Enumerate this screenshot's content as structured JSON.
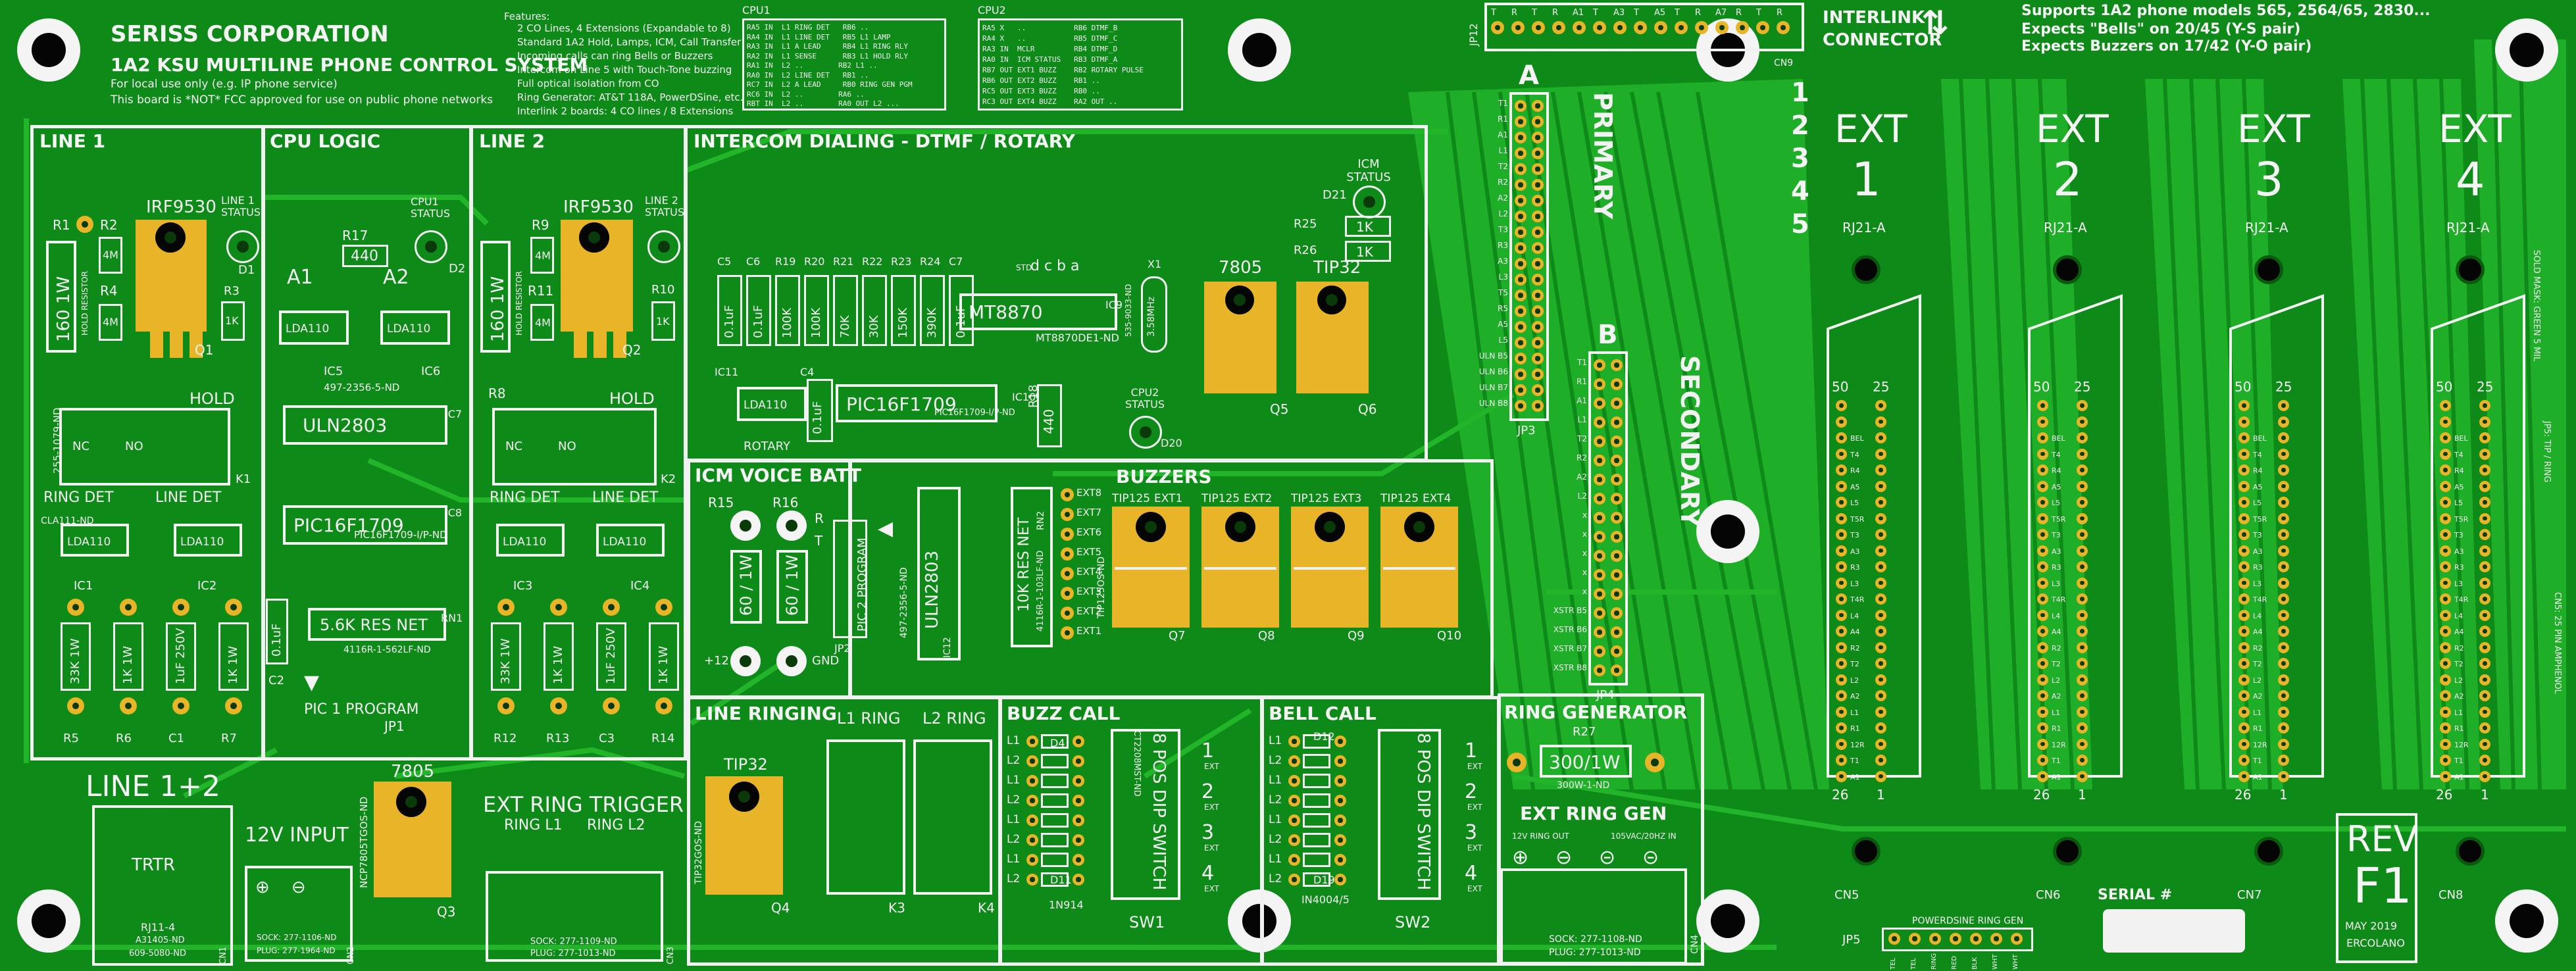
{
  "title": {
    "company": "SERISS CORPORATION",
    "system": "1A2 KSU MULTILINE PHONE CONTROL SYSTEM",
    "note1": "For local use only (e.g. IP phone service)",
    "note2": "This board is *NOT* FCC approved for use on public phone networks"
  },
  "features": {
    "heading": "Features:",
    "lines": [
      "2 CO Lines, 4 Extensions (Expandable to 8)",
      "Standard 1A2 Hold, Lamps, ICM, Call Transfer",
      "Incoming calls can ring Bells or Buzzers",
      "Intercom on Line 5 with Touch-Tone buzzing",
      "Full optical isolation from CO",
      "Ring Generator: AT&T 118A, PowerDSine, etc.",
      "Interlink 2 boards: 4 CO lines / 8 Extensions"
    ]
  },
  "cpu1": {
    "label": "CPU1",
    "rows": [
      "RA5 IN  L1 RING DET   RB6 ..",
      "RA4 IN  L1 LINE DET   RB5 L1 LAMP",
      "RA3 IN  L1 A LEAD     RB4 L1 RING RLY",
      "RA2 IN  L1 SENSE      RB3 L1 HOLD RLY",
      "RA1 IN  L2 ..        RB2 L1 ..",
      "RA0 IN  L2 LINE DET   RB1 ..",
      "RC7 IN  L2 A LEAD     RB0 RING GEN PGM",
      "RC6 IN  L2 ..        RA6 ..",
      "RBT IN  L2 ..        RA0 OUT L2 ..."
    ]
  },
  "cpu2": {
    "label": "CPU2",
    "rows": [
      "RA5 X   ..           RB6 DTMF_B",
      "RA4 X   ..           RB5 DTMF_C",
      "RA3 IN  MCLR         RB4 DTMF_D",
      "RA0 IN  ICM STATUS   RB3 DTMF_A",
      "RB7 OUT EXT1 BUZZ    RB2 ROTARY PULSE",
      "RB6 OUT EXT2 BUZZ    RB1 ..",
      "RC5 OUT EXT3 BUZZ    RB0 ..",
      "RC3 OUT EXT4 BUZZ    RA2 OUT .."
    ]
  },
  "jp12": {
    "label": "JP12",
    "pins": [
      "T",
      "R",
      "T",
      "R",
      "A1",
      "T",
      "A3",
      "T",
      "A5",
      "T",
      "R",
      "A7",
      "R",
      "T",
      "R"
    ]
  },
  "cn9": "CN9",
  "interlink": {
    "line1": "INTERLINK",
    "line2": "CONNECTOR"
  },
  "supports": {
    "line1": "Supports 1A2 phone models 565, 2564/65, 2830...",
    "line2": "Expects \"Bells\" on 20/45 (Y-S pair)",
    "line3": "Expects Buzzers on 17/42 (Y-O pair)"
  },
  "ext_numbers": [
    "1",
    "2",
    "3",
    "4",
    "5"
  ],
  "sections": {
    "line1": "LINE 1",
    "cpu": "CPU LOGIC",
    "line2": "LINE 2",
    "intercom": "INTERCOM DIALING  -  DTMF / ROTARY",
    "icm_batt": "ICM VOICE BATT",
    "buzzers": "BUZZERS",
    "line_ringing": "LINE RINGING",
    "buzz_call": "BUZZ CALL",
    "bell_call": "BELL CALL",
    "ring_gen": "RING GENERATOR",
    "line12": "LINE 1+2",
    "input12v": "12V INPUT",
    "ext_ring_trigger": "EXT RING TRIGGER",
    "ext_ring_gen": "EXT RING GEN",
    "primary": "PRIMARY",
    "secondary": "SECONDARY"
  },
  "line1": {
    "r1": "R1",
    "r2": "R2",
    "r3": "R3",
    "r4": "R4",
    "r_4m": "4M",
    "r_4m2": "4M",
    "r_1k": "1K",
    "hold_res": "160 1W",
    "hold_res_lbl": "HOLD RESISTOR",
    "fet": "IRF9530",
    "q1": "Q1",
    "status": "LINE 1 STATUS",
    "d1": "D1",
    "hold": "HOLD",
    "relay_pn": "255-1079-ND",
    "k1": "K1",
    "nc": "NC",
    "no": "NO",
    "ring_det": "RING DET",
    "line_det": "LINE DET",
    "lda": "LDA110",
    "lda2": "LDA110",
    "ic1": "IC1",
    "ic2": "IC2",
    "ring_pn": "CLA111-ND",
    "r5v": "33K 1W",
    "r6v": "1K 1W",
    "c1v": "1uF 250V",
    "r7v": "1K 1W",
    "r5": "R5",
    "r6": "R6",
    "c1": "C1",
    "r7": "R7"
  },
  "cpu": {
    "r17": "R17",
    "r17v": "440",
    "status": "CPU1 STATUS",
    "d2": "D2",
    "a1": "A1",
    "a2": "A2",
    "ic5": "IC5",
    "ic6": "IC6",
    "lda": "LDA110",
    "lda2": "LDA110",
    "uln": "ULN2803",
    "uln_pn": "497-2356-5-ND",
    "ic7": "IC7",
    "pic": "PIC16F1709",
    "pic_pn": "PIC16F1709-I/P-ND",
    "ic8": "IC8",
    "resnet": "5.6K RES NET",
    "resnet_pn": "4116R-1-562LF-ND",
    "rn1": "RN1",
    "c2v": "0.1uF",
    "c2": "C2",
    "pic_prog": "PIC 1 PROGRAM",
    "jp1": "JP1"
  },
  "line2": {
    "r8": "R8",
    "r9": "R9",
    "r10": "R10",
    "r11": "R11",
    "r_4m": "4M",
    "r_4m2": "4M",
    "r_1k": "1K",
    "hold_res": "160 1W",
    "hold_res_lbl": "HOLD RESISTOR",
    "fet": "IRF9530",
    "q2": "Q2",
    "status": "LINE 2 STATUS",
    "hold": "HOLD",
    "k2": "K2",
    "nc": "NC",
    "no": "NO",
    "ring_det": "RING DET",
    "line_det": "LINE DET",
    "lda": "LDA110",
    "lda2": "LDA110",
    "ic3": "IC3",
    "ic4": "IC4",
    "r12v": "33K 1W",
    "r13v": "1K 1W",
    "c3v": "1uF 250V",
    "r14v": "1K 1W",
    "r12": "R12",
    "r13": "R13",
    "c3": "C3",
    "r14": "R14"
  },
  "intercom": {
    "caps": [
      "C5",
      "C6",
      "R19",
      "R20",
      "R21",
      "R22",
      "R23",
      "R24",
      "C7"
    ],
    "capvals": [
      "0.1uF",
      "0.1uF",
      "100K",
      "100K",
      "70K",
      "30K",
      "150K",
      "390K",
      "0.1uF"
    ],
    "mt": "MT8870",
    "mt_pn": "MT8870DE1-ND",
    "ic9": "IC9",
    "std": "STD",
    "dcba": "d  c  b  a",
    "x1": "X1",
    "xtal": "3.58MHz",
    "xtal_pn": "535-9033-ND",
    "ic11": "IC11",
    "lda": "LDA110",
    "rotary": "ROTARY",
    "c4": "C4",
    "c4v": "0.1uF",
    "pic": "PIC16F1709",
    "pic_pn": "PIC16F1709-I/P-ND",
    "ic10": "IC10",
    "r18": "R18",
    "r18v": "440",
    "cpu2": "CPU2 STATUS",
    "d20": "D20",
    "icm": "ICM STATUS",
    "d21": "D21",
    "r25": "R25",
    "r26": "R26",
    "r25v": "1K",
    "r26v": "1K",
    "reg": "7805",
    "tip": "TIP32",
    "q5": "Q5",
    "q6": "Q6"
  },
  "icm_batt": {
    "r15": "R15",
    "r16": "R16",
    "r15v": "60 / 1W",
    "r16v": "60 / 1W",
    "plus12": "+12",
    "gnd": "GND",
    "r": "R",
    "t": "T"
  },
  "jp2": {
    "label": "PIC 2 PROGRAM",
    "id": "JP2"
  },
  "buzzers": {
    "uln": "ULN2803",
    "uln_pn": "497-2356-5-ND",
    "ic12": "IC12",
    "resnet": "10K RES NET",
    "resnet_pn": "4116R-1-103LF-ND",
    "rn2": "RN2",
    "exts": [
      "EXT8",
      "EXT7",
      "EXT6",
      "EXT5",
      "EXT4",
      "EXT3",
      "EXT2",
      "EXT1"
    ],
    "tips": [
      {
        "tip": "TIP125",
        "ext": "EXT1",
        "q": "Q7"
      },
      {
        "tip": "TIP125",
        "ext": "EXT2",
        "q": "Q8"
      },
      {
        "tip": "TIP125",
        "ext": "EXT3",
        "q": "Q9"
      },
      {
        "tip": "TIP125",
        "ext": "EXT4",
        "q": "Q10"
      }
    ],
    "tip_pn": "TIP125OS-ND"
  },
  "line_ringing": {
    "tip": "TIP32",
    "tip_pn": "TIP32GOS-ND",
    "q4": "Q4",
    "l1": "L1 RING",
    "l2": "L2 RING",
    "k3": "K3",
    "k4": "K4"
  },
  "buzz_call": {
    "rows": [
      "L1",
      "L2",
      "L1",
      "L2",
      "L1",
      "L2",
      "L1",
      "L2"
    ],
    "d_first": "D4",
    "d_last": "D11",
    "pn": "1N914",
    "dip": "8 POS DIP SWITCH",
    "dip_pn": "CT2208MST-ND",
    "sw": "SW1",
    "ext": [
      "1",
      "2",
      "3",
      "4"
    ],
    "ext_lbl": "EXT"
  },
  "bell_call": {
    "rows": [
      "L1",
      "L2",
      "L1",
      "L2",
      "L1",
      "L2",
      "L1",
      "L2"
    ],
    "d_first": "D12",
    "d_last": "D19",
    "pn": "IN4004/5",
    "dip": "8 POS DIP SWITCH",
    "sw": "SW2",
    "ext": [
      "1",
      "2",
      "3",
      "4"
    ],
    "ext_lbl": "EXT"
  },
  "ring_gen": {
    "r27": "R27",
    "r27v": "300/1W",
    "r27_pn": "300W-1-ND",
    "out": "12V RING OUT",
    "in": "105VAC/20HZ IN",
    "sock": "SOCK: 277-1108-ND",
    "plug": "PLUG: 277-1013-ND",
    "cn4": "CN4"
  },
  "line12": {
    "trtr": "TRTR",
    "jack": "RJ11-4",
    "pn1": "A31405-ND",
    "pn2": "609-5080-ND",
    "cn1": "CN1"
  },
  "input12v": {
    "sock": "SOCK: 277-1106-ND",
    "plug": "PLUG: 277-1964-ND",
    "cn2": "CN2",
    "reg": "7805",
    "reg_pn": "NCP7805TGOS-ND",
    "q3": "Q3"
  },
  "ext_ring_trigger": {
    "rl1": "RING L1",
    "rl2": "RING L2",
    "sock": "SOCK: 277-1109-ND",
    "plug": "PLUG: 277-1013-ND",
    "cn3": "CN3"
  },
  "jp3": {
    "label": "JP3",
    "pins": [
      "T1",
      "R1",
      "A1",
      "L1",
      "T2",
      "R2",
      "A2",
      "L2",
      "T3",
      "R3",
      "A3",
      "L3",
      "T5",
      "R5",
      "A5",
      "L5",
      "ULN B5",
      "ULN B6",
      "ULN B7",
      "ULN B8"
    ]
  },
  "jp4": {
    "label": "JP4",
    "pins": [
      "T1",
      "R1",
      "A1",
      "L1",
      "T2",
      "R2",
      "A2",
      "L2",
      "x",
      "x",
      "x",
      "x",
      "x",
      "XSTR B5",
      "XSTR B6",
      "XSTR B7",
      "XSTR B8"
    ]
  },
  "connector_letters": {
    "a": "A",
    "b": "B"
  },
  "exts": [
    {
      "title": "EXT",
      "num": "1",
      "rj": "RJ21-A",
      "cn": "CN5"
    },
    {
      "title": "EXT",
      "num": "2",
      "rj": "RJ21-A",
      "cn": "CN6"
    },
    {
      "title": "EXT",
      "num": "3",
      "rj": "RJ21-A",
      "cn": "CN7"
    },
    {
      "title": "EXT",
      "num": "4",
      "rj": "RJ21-A",
      "cn": "CN8"
    }
  ],
  "rj21": {
    "top_l": "50",
    "top_r": "25",
    "bot_l": "26",
    "bot_r": "1",
    "pins": [
      "BEL",
      "T4",
      "R4",
      "A5",
      "L5",
      "T5R",
      "T3",
      "A3",
      "R3",
      "L3",
      "T4R",
      "L4",
      "A4",
      "R2",
      "T2",
      "L2",
      "A2",
      "L1",
      "R1",
      "12R",
      "T1",
      "A1"
    ]
  },
  "serial": "SERIAL #",
  "rev": {
    "l1": "REV",
    "l2": "F1",
    "date": "MAY 2019",
    "who": "ERCOLANO"
  },
  "jp5": {
    "label": "JP5",
    "title": "POWERDSINE RING GEN",
    "pins": [
      "TEL",
      "TEL",
      "RING",
      "RED",
      "BLK",
      "WHT",
      "WHT"
    ]
  },
  "side_notes": [
    "SOLD MASK: GREEN 5 MIL",
    "JP5: TIP / RING",
    "CN5: 25 PIN AMPHENOL"
  ]
}
